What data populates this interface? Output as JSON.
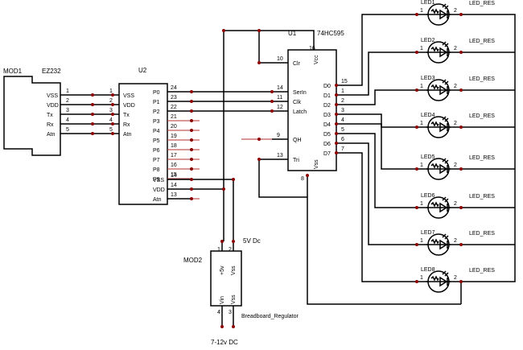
{
  "mod1": {
    "ref": "MOD1",
    "name": "EZ232",
    "pins": [
      {
        "num": "1",
        "label": "VSS"
      },
      {
        "num": "2",
        "label": "VDD"
      },
      {
        "num": "3",
        "label": "Tx"
      },
      {
        "num": "4",
        "label": "Rx"
      },
      {
        "num": "5",
        "label": "Atn"
      }
    ]
  },
  "u2": {
    "ref": "U2",
    "left_pins": [
      {
        "num": "1",
        "label": "VSS"
      },
      {
        "num": "2",
        "label": "VDD"
      },
      {
        "num": "3",
        "label": "Tx"
      },
      {
        "num": "4",
        "label": "Rx"
      },
      {
        "num": "5",
        "label": "Atn"
      }
    ],
    "right_pins": [
      {
        "label": "P0",
        "num": "24"
      },
      {
        "label": "P1",
        "num": "23"
      },
      {
        "label": "P2",
        "num": "22"
      },
      {
        "label": "P3",
        "num": "21"
      },
      {
        "label": "P4",
        "num": "20"
      },
      {
        "label": "P5",
        "num": "19"
      },
      {
        "label": "P6",
        "num": "18"
      },
      {
        "label": "P7",
        "num": "17"
      },
      {
        "label": "P8",
        "num": "16"
      },
      {
        "label": "P9",
        "num": "15"
      },
      {
        "label": "VSS",
        "num": "14"
      },
      {
        "label": "VDD",
        "num": "14"
      },
      {
        "label": "Atn",
        "num": "13"
      }
    ]
  },
  "u1": {
    "ref": "U1",
    "part": "74HC595",
    "vcc_label": "Vcc",
    "vcc_pin": "16",
    "vss_label": "Vss",
    "vss_pin": "8",
    "left_pins": [
      {
        "num": "10",
        "label": "Clr"
      },
      {
        "num": "14",
        "label": "SerIn"
      },
      {
        "num": "11",
        "label": "Clk"
      },
      {
        "num": "12",
        "label": "Latch"
      },
      {
        "num": "9",
        "label": "QH"
      },
      {
        "num": "13",
        "label": "Tri"
      }
    ],
    "right_pins": [
      {
        "label": "D0",
        "num": "15"
      },
      {
        "label": "D1",
        "num": "1"
      },
      {
        "label": "D2",
        "num": "2"
      },
      {
        "label": "D3",
        "num": "3"
      },
      {
        "label": "D4",
        "num": "4"
      },
      {
        "label": "D5",
        "num": "5"
      },
      {
        "label": "D6",
        "num": "6"
      },
      {
        "label": "D7",
        "num": "7"
      }
    ]
  },
  "leds": [
    {
      "ref": "LED1",
      "label": "LED_RES"
    },
    {
      "ref": "LED2",
      "label": "LED_RES"
    },
    {
      "ref": "LED3",
      "label": "LED_RES"
    },
    {
      "ref": "LED4",
      "label": "LED_RES"
    },
    {
      "ref": "LED5",
      "label": "LED_RES"
    },
    {
      "ref": "LED6",
      "label": "LED_RES"
    },
    {
      "ref": "LED7",
      "label": "LED_RES"
    },
    {
      "ref": "LED8",
      "label": "LED_RES"
    }
  ],
  "led_pins": {
    "left": "1",
    "right": "2"
  },
  "mod2": {
    "ref": "MOD2",
    "name": "Breadboard_Regulator",
    "top_pins": [
      {
        "num": "1",
        "label": "+5v"
      },
      {
        "num": "2",
        "label": "Vss"
      }
    ],
    "bottom_pins": [
      {
        "num": "4",
        "label": "Vin"
      },
      {
        "num": "3",
        "label": "Vss"
      }
    ]
  },
  "supply_5v": "5V Dc",
  "supply_in": "7-12v  DC"
}
